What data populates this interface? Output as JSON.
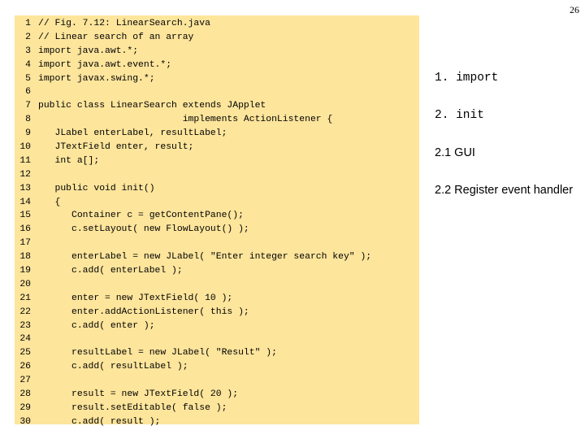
{
  "page_number": "26",
  "code": {
    "lines": [
      {
        "num": "1",
        "text": "// Fig. 7.12: LinearSearch.java"
      },
      {
        "num": "2",
        "text": "// Linear search of an array"
      },
      {
        "num": "3",
        "text": "import java.awt.*;"
      },
      {
        "num": "4",
        "text": "import java.awt.event.*;"
      },
      {
        "num": "5",
        "text": "import javax.swing.*;"
      },
      {
        "num": "6",
        "text": ""
      },
      {
        "num": "7",
        "text": "public class LinearSearch extends JApplet"
      },
      {
        "num": "8",
        "text": "                          implements ActionListener {"
      },
      {
        "num": "9",
        "text": "   JLabel enterLabel, resultLabel;"
      },
      {
        "num": "10",
        "text": "   JTextField enter, result;"
      },
      {
        "num": "11",
        "text": "   int a[];"
      },
      {
        "num": "12",
        "text": ""
      },
      {
        "num": "13",
        "text": "   public void init()"
      },
      {
        "num": "14",
        "text": "   {"
      },
      {
        "num": "15",
        "text": "      Container c = getContentPane();"
      },
      {
        "num": "16",
        "text": "      c.setLayout( new FlowLayout() );"
      },
      {
        "num": "17",
        "text": ""
      },
      {
        "num": "18",
        "text": "      enterLabel = new JLabel( \"Enter integer search key\" );"
      },
      {
        "num": "19",
        "text": "      c.add( enterLabel );"
      },
      {
        "num": "20",
        "text": ""
      },
      {
        "num": "21",
        "text": "      enter = new JTextField( 10 );"
      },
      {
        "num": "22",
        "text": "      enter.addActionListener( this );"
      },
      {
        "num": "23",
        "text": "      c.add( enter );"
      },
      {
        "num": "24",
        "text": ""
      },
      {
        "num": "25",
        "text": "      resultLabel = new JLabel( \"Result\" );"
      },
      {
        "num": "26",
        "text": "      c.add( resultLabel );"
      },
      {
        "num": "27",
        "text": ""
      },
      {
        "num": "28",
        "text": "      result = new JTextField( 20 );"
      },
      {
        "num": "29",
        "text": "      result.setEditable( false );"
      },
      {
        "num": "30",
        "text": "      c.add( result );"
      }
    ]
  },
  "outline": {
    "items": [
      {
        "text": "1. import",
        "style": "mono"
      },
      {
        "text": "2. init",
        "style": "mono"
      },
      {
        "text": "2.1 GUI",
        "style": "sans"
      },
      {
        "text": "2.2 Register event handler",
        "style": "sans"
      }
    ]
  },
  "colors": {
    "code_background": "#fde59c"
  }
}
